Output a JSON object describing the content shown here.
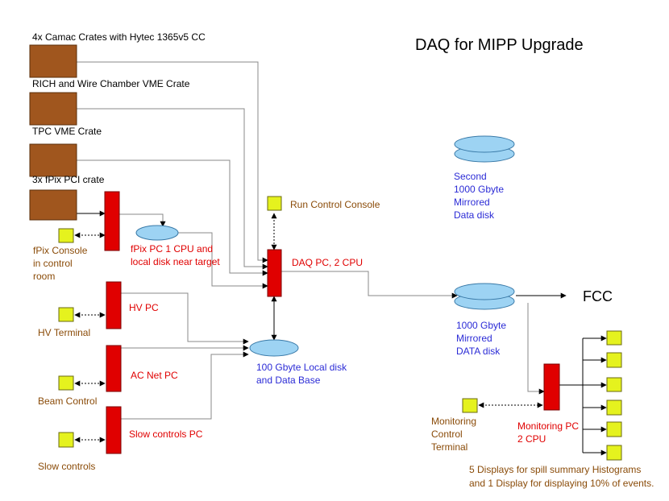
{
  "title": "DAQ for MIPP Upgrade",
  "colors": {
    "crate": "#A0561E",
    "pc": "#E00000",
    "terminal": "#E5F21E",
    "disk": "#9DD3F3",
    "label_red": "#E00000",
    "label_brown": "#8A4B08",
    "label_blue": "#2B2BD6"
  },
  "crates": {
    "camac": "4x Camac Crates with Hytec 1365v5 CC",
    "rich": "RICH and Wire Chamber VME Crate",
    "tpc": "TPC VME Crate",
    "fpix": "3x fPix PCI crate"
  },
  "pcs": {
    "fpix": [
      "fPix PC 1 CPU and",
      "local disk near target"
    ],
    "daq": "DAQ PC, 2 CPU",
    "hv": "HV PC",
    "acnet": "AC Net PC",
    "slow": "Slow controls PC",
    "monitoring": [
      "Monitoring PC",
      "2 CPU"
    ]
  },
  "terminals": {
    "runcontrol": "Run Control Console",
    "fpix": [
      "fPix Console",
      "in control",
      "room"
    ],
    "hv": "HV Terminal",
    "beam": "Beam Control",
    "slow": "Slow controls",
    "monitoring": [
      "Monitoring",
      "Control",
      "Terminal"
    ]
  },
  "disks": {
    "local": [
      "100 Gbyte Local disk",
      "and Data Base"
    ],
    "second": [
      "Second",
      "1000 Gbyte",
      "Mirrored",
      "Data disk"
    ],
    "data": [
      "1000 Gbyte",
      "Mirrored",
      "DATA disk"
    ]
  },
  "fcc": "FCC",
  "displays_note": [
    "5 Displays for spill summary Histograms",
    "and 1 Display for displaying 10% of events."
  ]
}
